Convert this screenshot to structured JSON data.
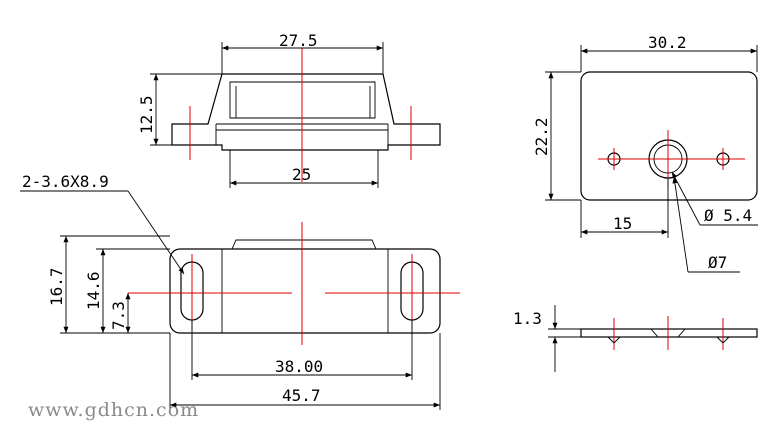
{
  "dimensions": {
    "top_width": "27.5",
    "top_height": "12.5",
    "top_inner_width": "25",
    "slot_note": "2-3.6X8.9",
    "front_height": "16.7",
    "front_mid": "14.6",
    "front_half": "7.3",
    "hole_spacing": "38.00",
    "overall_length": "45.7",
    "right_width": "30.2",
    "right_height": "22.2",
    "right_offset": "15",
    "hole_dia_small": "Ø 5.4",
    "hole_dia_large": "Ø7",
    "thickness": "1.3"
  },
  "watermark": "www.gdhcn.com"
}
